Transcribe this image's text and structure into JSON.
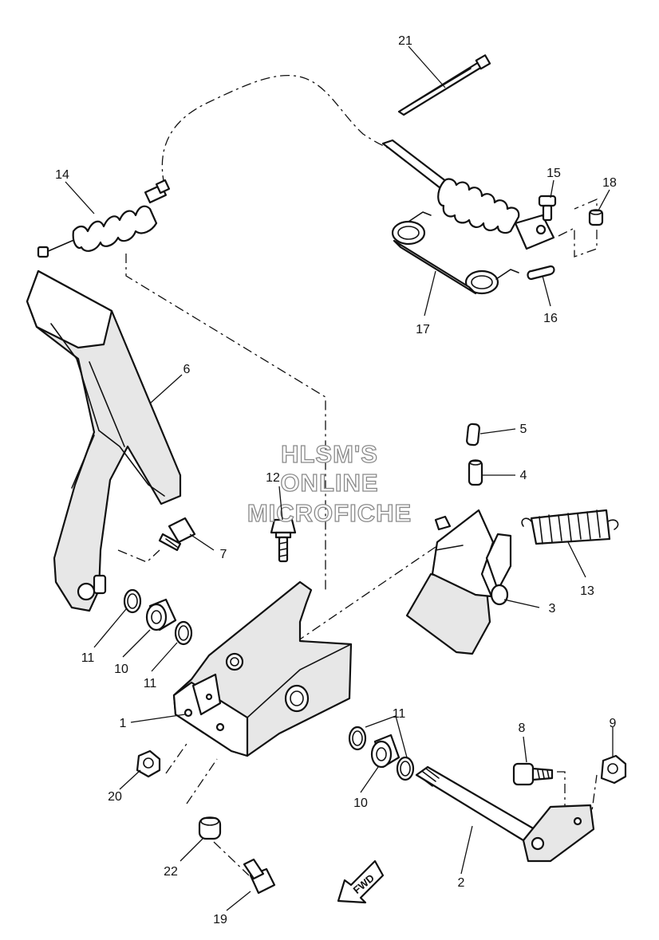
{
  "watermark": {
    "line1": "HLSM'S",
    "line2": "ONLINE",
    "line3": "MICROFICHE"
  },
  "direction_marker": "FWD",
  "callouts": [
    {
      "id": "c1",
      "label": "1"
    },
    {
      "id": "c2",
      "label": "2"
    },
    {
      "id": "c3",
      "label": "3"
    },
    {
      "id": "c4",
      "label": "4"
    },
    {
      "id": "c5",
      "label": "5"
    },
    {
      "id": "c6",
      "label": "6"
    },
    {
      "id": "c7",
      "label": "7"
    },
    {
      "id": "c8",
      "label": "8"
    },
    {
      "id": "c9",
      "label": "9"
    },
    {
      "id": "c10a",
      "label": "10"
    },
    {
      "id": "c10b",
      "label": "10"
    },
    {
      "id": "c11a",
      "label": "11"
    },
    {
      "id": "c11b",
      "label": "11"
    },
    {
      "id": "c11c",
      "label": "11"
    },
    {
      "id": "c12",
      "label": "12"
    },
    {
      "id": "c13",
      "label": "13"
    },
    {
      "id": "c14",
      "label": "14"
    },
    {
      "id": "c15",
      "label": "15"
    },
    {
      "id": "c16",
      "label": "16"
    },
    {
      "id": "c17",
      "label": "17"
    },
    {
      "id": "c18",
      "label": "18"
    },
    {
      "id": "c19",
      "label": "19"
    },
    {
      "id": "c20",
      "label": "20"
    },
    {
      "id": "c21",
      "label": "21"
    },
    {
      "id": "c22",
      "label": "22"
    }
  ]
}
